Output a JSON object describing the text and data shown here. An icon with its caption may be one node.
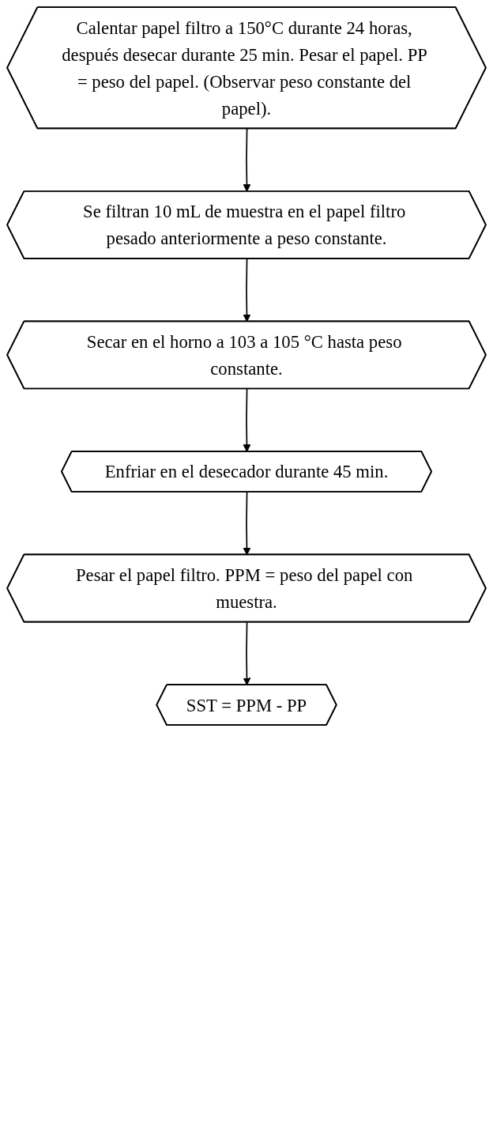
{
  "diagram": {
    "nodes": [
      {
        "text": [
          "Calentar papel filtro a 150°C durante 24 horas, después desecar durante 25 min. Pesar el papel. PP = peso del papel. (Observar peso constante del papel)."
        ]
      },
      {
        "text": [
          "Se filtran 10 mL de muestra en el papel filtro pesado anteriormente a peso constante."
        ]
      },
      {
        "text": [
          "Secar en el horno a 103 a 105 °C hasta peso constante."
        ]
      },
      {
        "text": [
          "Enfriar en el desecador durante 45 min."
        ]
      },
      {
        "text": [
          "Pesar el papel filtro. PPM = peso del papel con muestra."
        ]
      },
      {
        "text": [
          "SST = PPM - PP"
        ]
      }
    ],
    "edges": [
      {
        "from": 0,
        "to": 1,
        "arrow": "to"
      },
      {
        "from": 1,
        "to": 2,
        "arrow": "to"
      },
      {
        "from": 2,
        "to": 3,
        "arrow": "to"
      },
      {
        "from": 3,
        "to": 4,
        "arrow": "to"
      },
      {
        "from": 4,
        "to": 5,
        "arrow": "to"
      }
    ]
  }
}
